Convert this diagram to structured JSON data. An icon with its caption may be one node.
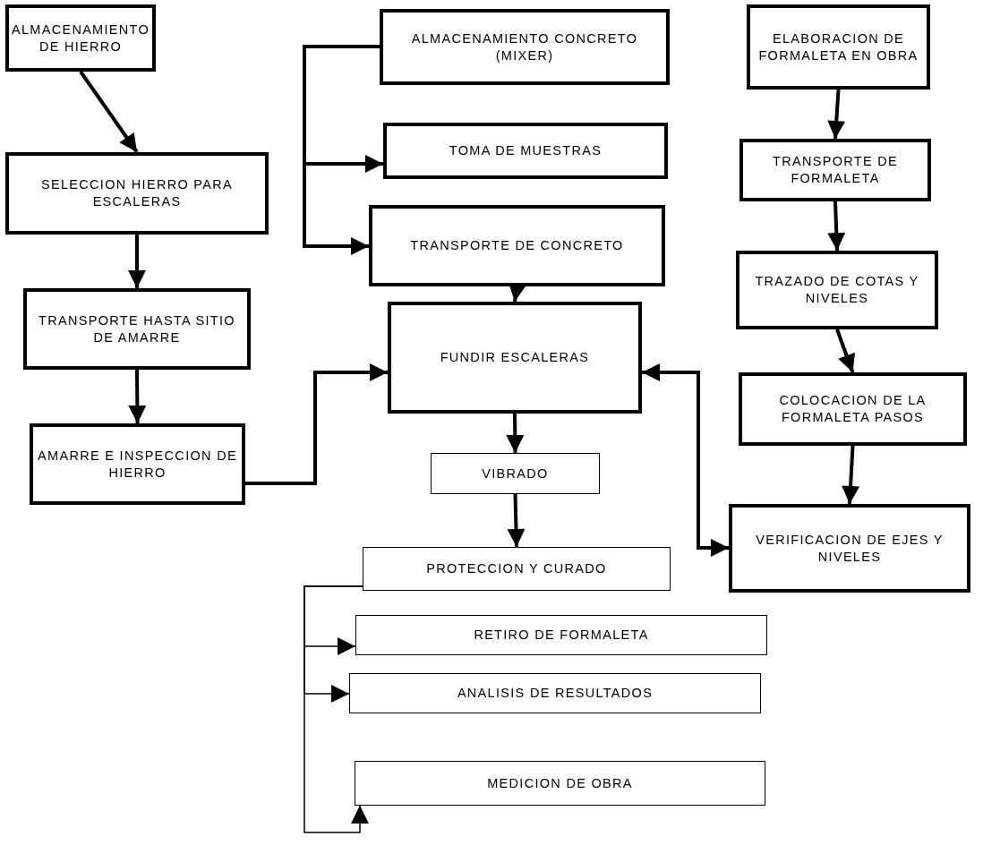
{
  "diagram": {
    "nodes": [
      {
        "text": [
          "ALMACENAMIENTO DE HIERRO"
        ]
      },
      {
        "text": [
          "SELECCION HIERRO PARA ESCALERAS"
        ]
      },
      {
        "text": [
          "TRANSPORTE HASTA SITIO DE AMARRE"
        ]
      },
      {
        "text": [
          "AMARRE E INSPECCION DE HIERRO"
        ]
      },
      {
        "text": [
          "ALMACENAMIENTO CONCRETO (MIXER)"
        ]
      },
      {
        "text": [
          "TOMA DE MUESTRAS"
        ]
      },
      {
        "text": [
          "TRANSPORTE DE CONCRETO"
        ]
      },
      {
        "text": [
          "FUNDIR ESCALERAS"
        ]
      },
      {
        "text": [
          "VIBRADO"
        ]
      },
      {
        "text": [
          "PROTECCION Y CURADO"
        ]
      },
      {
        "text": [
          "RETIRO DE FORMALETA"
        ]
      },
      {
        "text": [
          "ANALISIS DE RESULTADOS"
        ]
      },
      {
        "text": [
          "MEDICION DE OBRA"
        ]
      },
      {
        "text": [
          "ELABORACION DE FORMALETA EN OBRA"
        ]
      },
      {
        "text": [
          "TRANSPORTE DE FORMALETA"
        ]
      },
      {
        "text": [
          "TRAZADO DE COTAS Y NIVELES"
        ]
      },
      {
        "text": [
          "COLOCACION DE LA FORMALETA PASOS"
        ]
      },
      {
        "text": [
          "VERIFICACION DE EJES Y NIVELES"
        ]
      }
    ],
    "edges": [
      {
        "from": 0,
        "to": 1,
        "arrow": "to"
      },
      {
        "from": 1,
        "to": 2,
        "arrow": "to"
      },
      {
        "from": 2,
        "to": 3,
        "arrow": "to"
      },
      {
        "from": 3,
        "to": 7,
        "arrow": "to"
      },
      {
        "from": 4,
        "to": 5,
        "arrow": "to"
      },
      {
        "from": 4,
        "to": 6,
        "arrow": "to"
      },
      {
        "from": 6,
        "to": 7,
        "arrow": "to"
      },
      {
        "from": 7,
        "to": 8,
        "arrow": "to"
      },
      {
        "from": 8,
        "to": 9,
        "arrow": "to"
      },
      {
        "from": 9,
        "to": 10,
        "arrow": "to"
      },
      {
        "from": 9,
        "to": 11,
        "arrow": "to"
      },
      {
        "from": 9,
        "to": 12,
        "arrow": "to"
      },
      {
        "from": 13,
        "to": 14,
        "arrow": "to"
      },
      {
        "from": 14,
        "to": 15,
        "arrow": "to"
      },
      {
        "from": 15,
        "to": 16,
        "arrow": "to"
      },
      {
        "from": 16,
        "to": 17,
        "arrow": "to"
      },
      {
        "from": 17,
        "to": 7,
        "arrow": "both"
      }
    ]
  }
}
